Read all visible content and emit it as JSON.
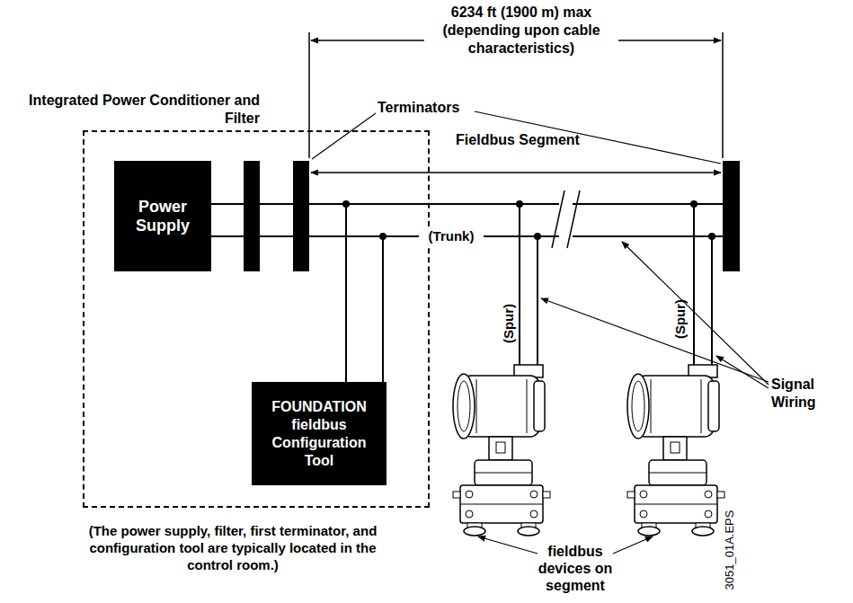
{
  "diagram": {
    "nodes": [
      {
        "text": [
          "(The power supply, filter, first terminator, and configuration tool are typically located in the control room.)"
        ]
      },
      {
        "text": [
          "Power Supply"
        ],
        "in": 0
      },
      {
        "text": [
          "Integrated Power Conditioner and Filter"
        ],
        "in": 0
      },
      {
        "text": [
          "FOUNDATION fieldbus Configuration Tool"
        ],
        "in": 0
      }
    ],
    "edges": [
      {
        "from": 1,
        "to": 2,
        "arrow": "none"
      }
    ],
    "labels": [
      "6234 ft (1900 m) max (depending upon cable characteristics)",
      "Terminators",
      "Fieldbus Segment",
      "(Trunk)",
      "(Spur)",
      "(Spur)",
      "Signal Wiring",
      "fieldbus devices on segment",
      "3051_01A.EPS"
    ]
  }
}
